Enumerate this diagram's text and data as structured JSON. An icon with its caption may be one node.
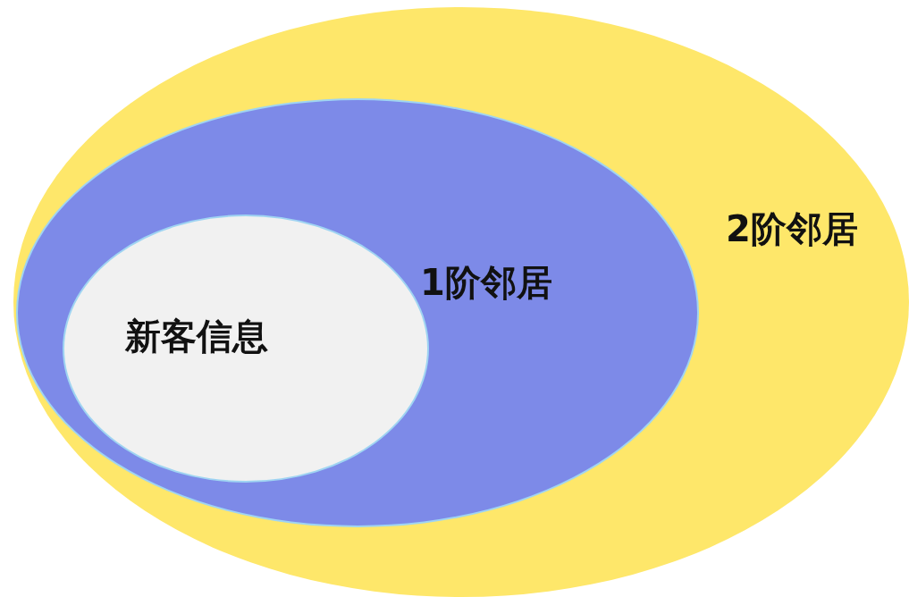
{
  "diagram": {
    "nodes": [
      {
        "text": [
          "2阶邻居"
        ]
      },
      {
        "text": [
          "1阶邻居"
        ],
        "in": 0
      },
      {
        "text": [
          "新客信息"
        ],
        "in": 1
      }
    ]
  }
}
